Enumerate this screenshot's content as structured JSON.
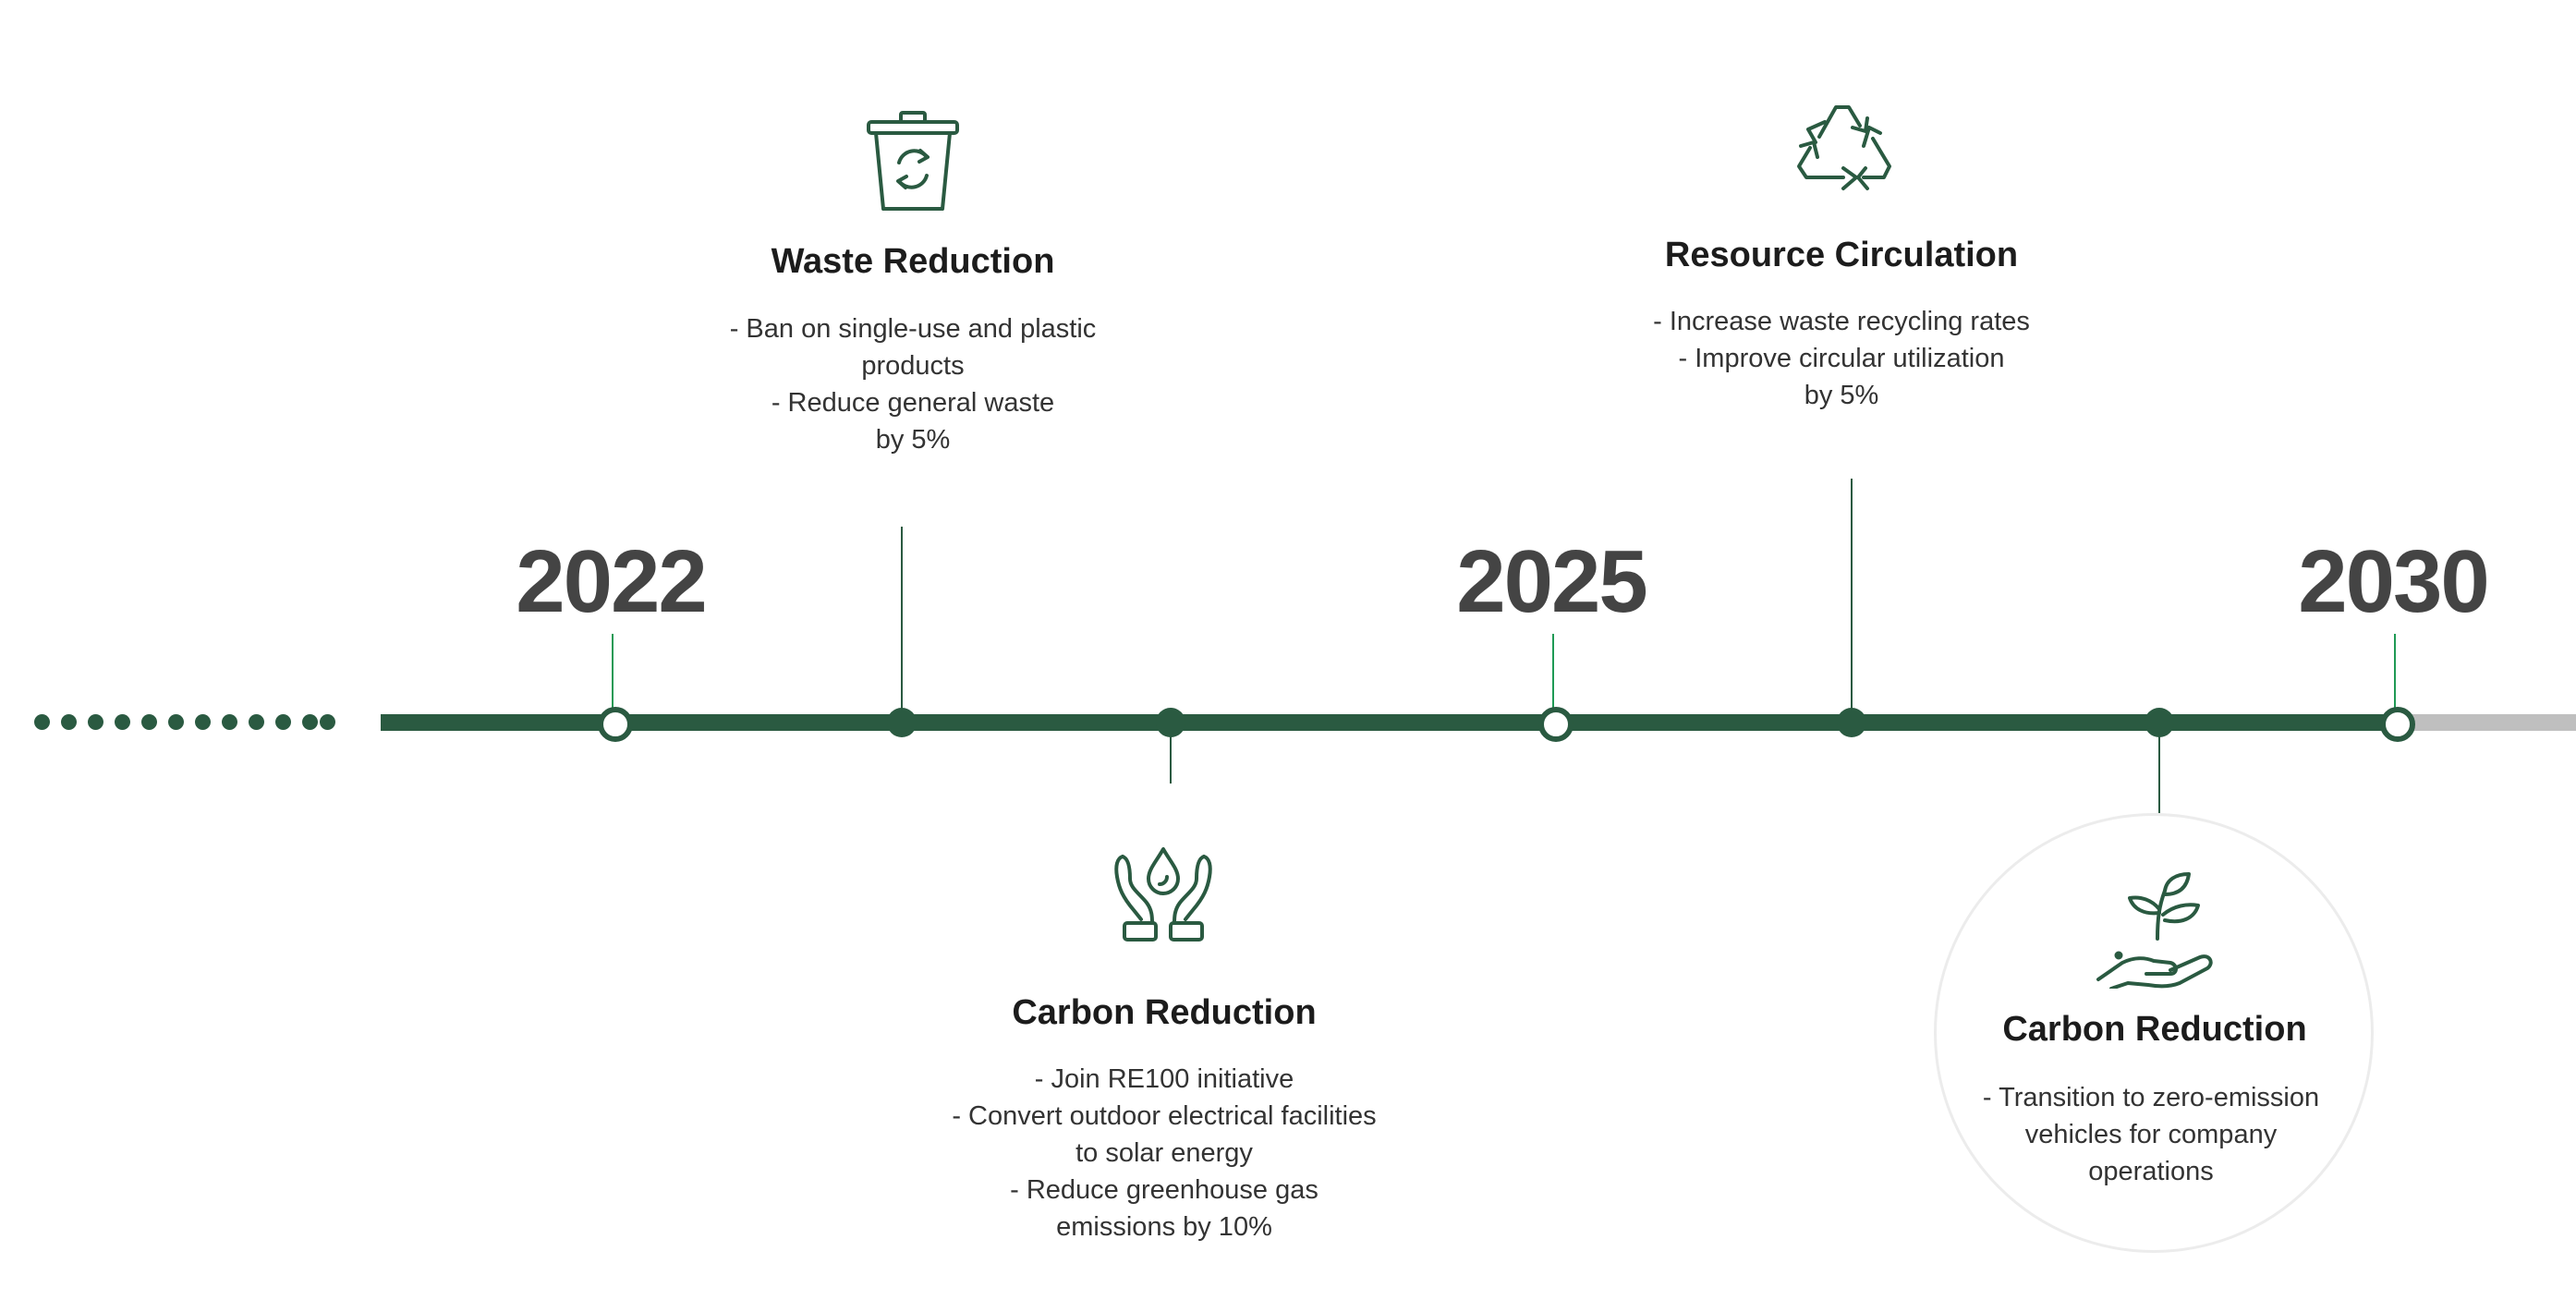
{
  "years": [
    "2022",
    "2025",
    "2030"
  ],
  "events": [
    {
      "title": "Waste Reduction",
      "icon": "trash-recycle-icon",
      "lines": [
        "- Ban on single-use and plastic",
        "products",
        "- Reduce general waste",
        "by 5%"
      ]
    },
    {
      "title": "Carbon Reduction",
      "icon": "hands-water-drop-icon",
      "lines": [
        "- Join RE100 initiative",
        "- Convert outdoor electrical facilities",
        "to solar energy",
        "- Reduce greenhouse gas",
        "emissions by 10%"
      ]
    },
    {
      "title": "Resource Circulation",
      "icon": "recycle-icon",
      "lines": [
        "- Increase waste recycling rates",
        "- Improve circular utilization",
        "by 5%"
      ]
    },
    {
      "title": "Carbon Reduction",
      "icon": "hand-plant-icon",
      "lines": [
        "- Transition to zero-emission",
        "vehicles for company",
        "operations"
      ]
    }
  ],
  "colors": {
    "primary": "#2a5a41",
    "accent": "#1f9a55",
    "future": "#bfbfbf",
    "year_text": "#444444"
  }
}
